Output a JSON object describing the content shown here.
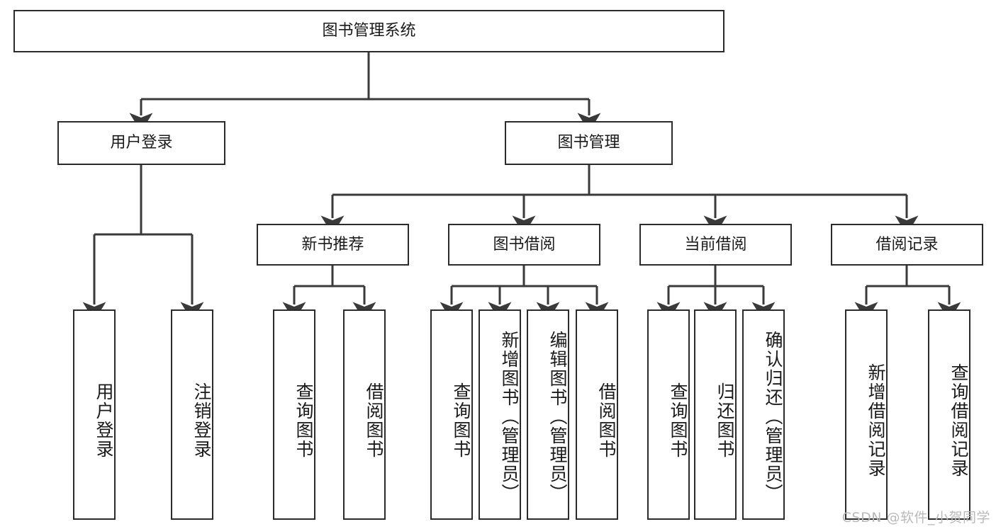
{
  "diagram": {
    "title": "图书管理系统",
    "type": "hierarchy-tree",
    "levels": 4,
    "root": {
      "id": "root",
      "label": "图书管理系统"
    },
    "level2": [
      {
        "id": "user-login",
        "label": "用户登录"
      },
      {
        "id": "book-manage",
        "label": "图书管理"
      }
    ],
    "level3": [
      {
        "id": "new-book-rec",
        "label": "新书推荐",
        "parent": "book-manage"
      },
      {
        "id": "book-borrow",
        "label": "图书借阅",
        "parent": "book-manage"
      },
      {
        "id": "current-borrow",
        "label": "当前借阅",
        "parent": "book-manage"
      },
      {
        "id": "borrow-record",
        "label": "借阅记录",
        "parent": "book-manage"
      }
    ],
    "leaves": [
      {
        "id": "leaf-user-login",
        "label": "用户登录",
        "parent": "user-login"
      },
      {
        "id": "leaf-logout",
        "label": "注销登录",
        "parent": "user-login"
      },
      {
        "id": "leaf-query-book-1",
        "label": "查询图书",
        "parent": "new-book-rec"
      },
      {
        "id": "leaf-borrow-book-1",
        "label": "借阅图书",
        "parent": "new-book-rec"
      },
      {
        "id": "leaf-query-book-2",
        "label": "查询图书",
        "parent": "book-borrow"
      },
      {
        "id": "leaf-add-book",
        "label": "新增图书（管理员）",
        "parent": "book-borrow"
      },
      {
        "id": "leaf-edit-book",
        "label": "编辑图书（管理员）",
        "parent": "book-borrow"
      },
      {
        "id": "leaf-borrow-book-2",
        "label": "借阅图书",
        "parent": "book-borrow"
      },
      {
        "id": "leaf-query-book-3",
        "label": "查询图书",
        "parent": "current-borrow"
      },
      {
        "id": "leaf-return-book",
        "label": "归还图书",
        "parent": "current-borrow"
      },
      {
        "id": "leaf-confirm-return",
        "label": "确认归还（管理员）",
        "parent": "current-borrow"
      },
      {
        "id": "leaf-add-record",
        "label": "新增借阅记录",
        "parent": "borrow-record"
      },
      {
        "id": "leaf-query-record",
        "label": "查询借阅记录",
        "parent": "borrow-record"
      }
    ]
  },
  "watermark": {
    "text": "CSDN @软件_小贺同学"
  },
  "colors": {
    "box_border": "#2b2b2b",
    "box_fill": "#ffffff",
    "connector": "#3a3a3a",
    "text": "#1a1a1a",
    "watermark": "#b9b9b9",
    "background": "#ffffff"
  }
}
